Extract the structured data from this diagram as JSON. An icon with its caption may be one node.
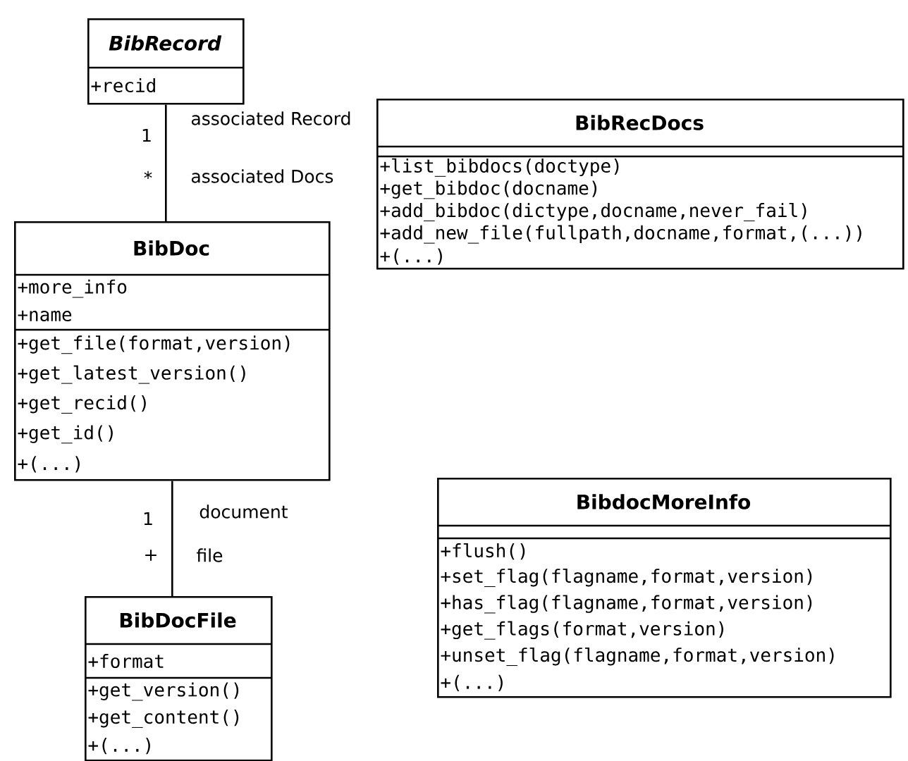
{
  "diagram": {
    "nodes": [
      {
        "text": [
          "BibRecord",
          "+recid"
        ]
      },
      {
        "text": [
          "BibRecDocs",
          "+list_bibdocs(doctype)",
          "+get_bibdoc(docname)",
          "+add_bibdoc(dictype,docname,never_fail)",
          "+add_new_file(fullpath,docname,format,(...))",
          "+(...)"
        ]
      },
      {
        "text": [
          "BibDoc",
          "+more_info",
          "+name",
          "+get_file(format,version)",
          "+get_latest_version()",
          "+get_recid()",
          "+get_id()",
          "+(...)"
        ]
      },
      {
        "text": [
          "BibdocMoreInfo",
          "+flush()",
          "+set_flag(flagname,format,version)",
          "+has_flag(flagname,format,version)",
          "+get_flags(format,version)",
          "+unset_flag(flagname,format,version)",
          "+(...)"
        ]
      },
      {
        "text": [
          "BibDocFile",
          "+format",
          "+get_version()",
          "+get_content()",
          "+(...)"
        ]
      }
    ],
    "edges": [
      {
        "from": 0,
        "to": 2,
        "arrow": "none"
      },
      {
        "from": 2,
        "to": 4,
        "arrow": "none"
      }
    ],
    "labels": [
      "1",
      "associated Record",
      "*",
      "associated Docs",
      "1",
      "document",
      "+",
      "file"
    ]
  }
}
